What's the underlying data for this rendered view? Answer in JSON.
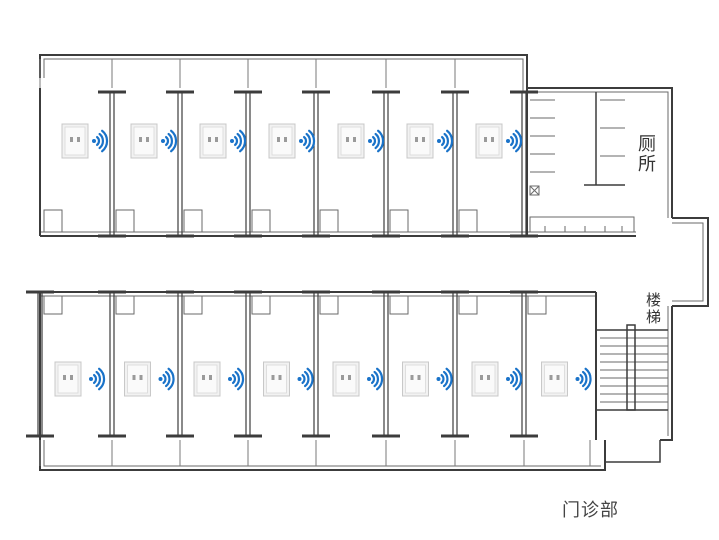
{
  "labels": {
    "toilet_line1": "厕",
    "toilet_line2": "所",
    "stairs_line1": "楼",
    "stairs_line2": "梯",
    "caption": "门诊部"
  },
  "devices": {
    "upper_row_count": 7,
    "lower_row_count": 8,
    "icon": "wall-panel-switch-icon",
    "signal_icon": "wireless-signal-icon",
    "signal_color": "#1a73c9"
  },
  "colors": {
    "wall": "#3c3c3c",
    "panel": "#f2f2f2",
    "panel_border": "#c8c8c8"
  }
}
